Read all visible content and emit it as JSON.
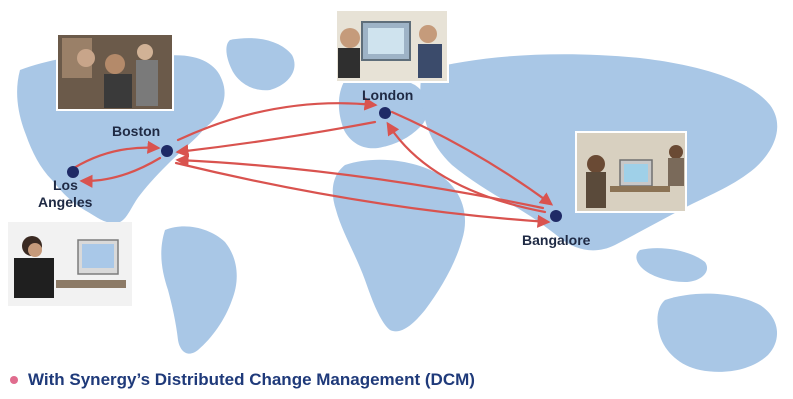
{
  "cities": {
    "los_angeles": {
      "line1": "Los",
      "line2": "Angeles"
    },
    "boston": "Boston",
    "london": "London",
    "bangalore": "Bangalore"
  },
  "caption": "With Synergy’s Distributed Change Management (DCM)",
  "colors": {
    "ocean": "#ffffff",
    "land": "#a9c7e6",
    "arrow": "#d9534f",
    "node": "#1f2a66",
    "caption_text": "#1f3a7a",
    "bullet": "#e06c8e"
  },
  "photos": [
    {
      "name": "photo-boston-team",
      "description": ""
    },
    {
      "name": "photo-london-team",
      "description": ""
    },
    {
      "name": "photo-bangalore-team",
      "description": ""
    },
    {
      "name": "photo-los-angeles-worker",
      "description": ""
    }
  ]
}
